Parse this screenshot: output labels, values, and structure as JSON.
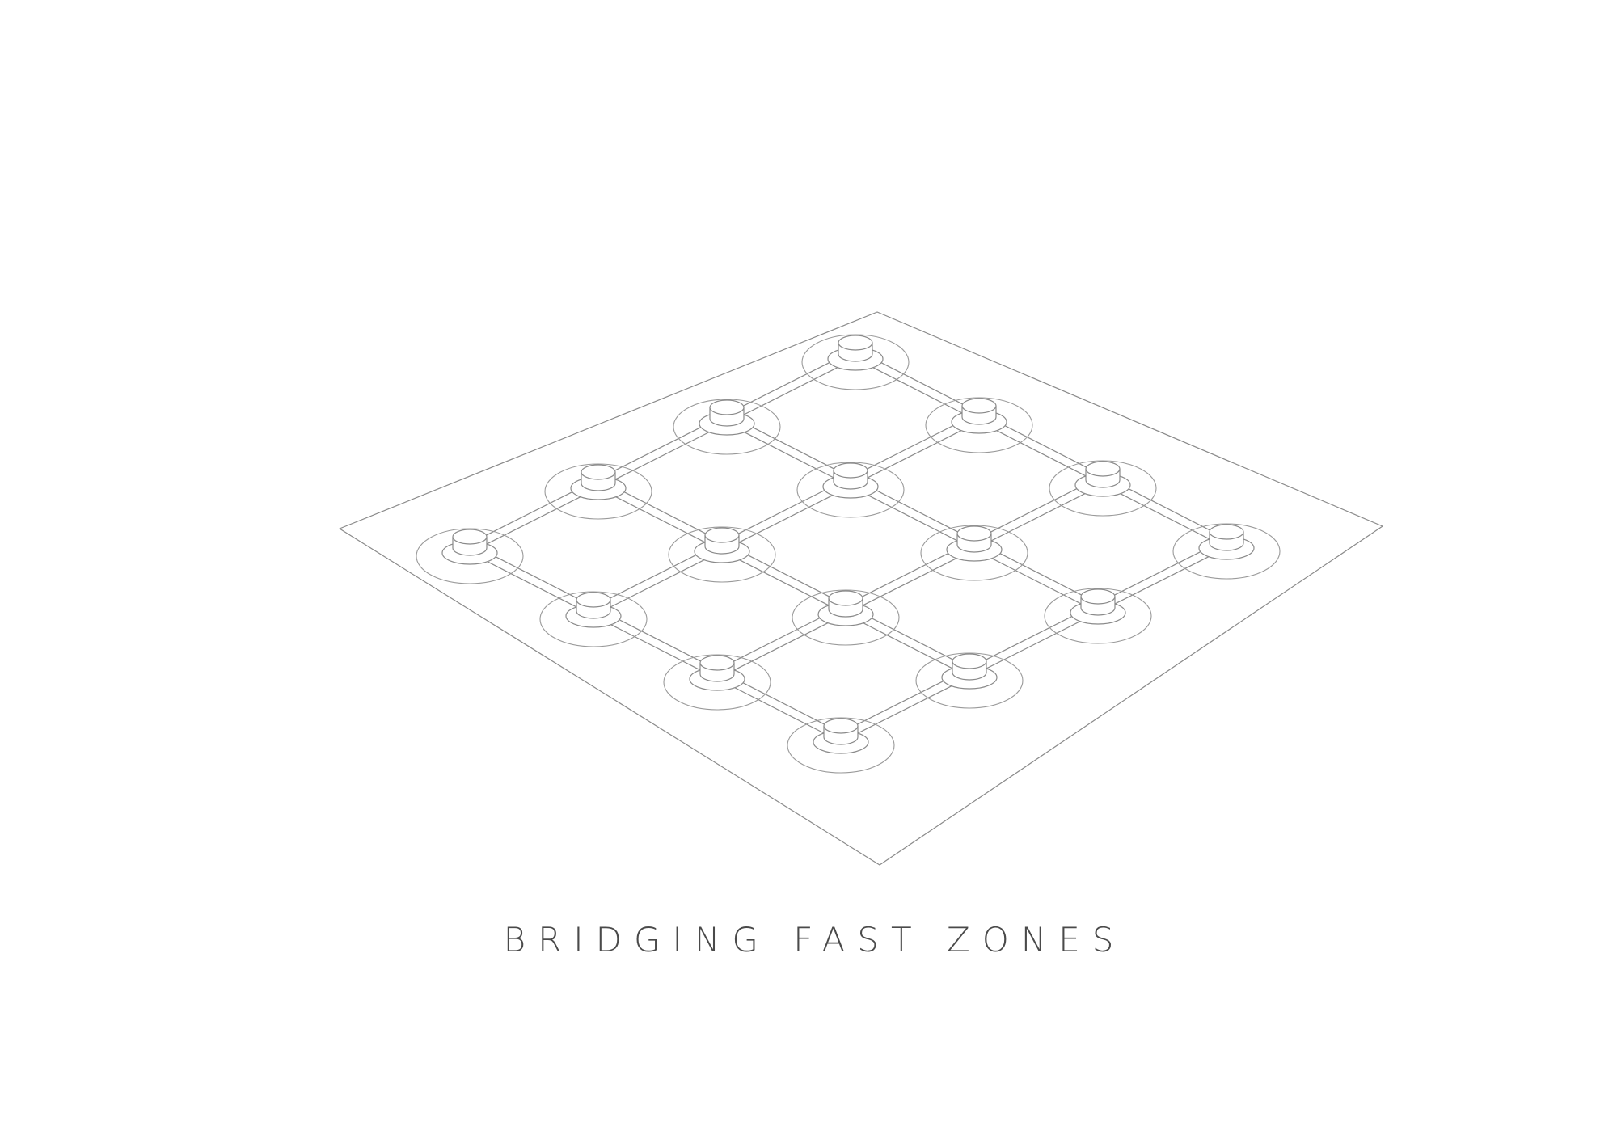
{
  "caption": "BRIDGING FAST ZONES",
  "colors": {
    "background": "#ffffff",
    "line": "#8a8a8a",
    "caption": "#4a4a4a"
  },
  "diagram": {
    "grid_rows": 5,
    "grid_cols": 5,
    "nodes": [
      {
        "name": "node-top",
        "row": 0,
        "col": 0
      },
      {
        "name": "node-1",
        "row": 0,
        "col": 1
      },
      {
        "name": "node-2",
        "row": 1,
        "col": 0
      },
      {
        "name": "node-3",
        "row": 0,
        "col": 2
      },
      {
        "name": "node-4",
        "row": 1,
        "col": 1
      },
      {
        "name": "node-5",
        "row": 2,
        "col": 0
      },
      {
        "name": "node-left",
        "row": 0,
        "col": 3
      },
      {
        "name": "node-6",
        "row": 1,
        "col": 2
      },
      {
        "name": "node-7",
        "row": 2,
        "col": 1
      },
      {
        "name": "node-right",
        "row": 3,
        "col": 0
      },
      {
        "name": "node-8",
        "row": 1,
        "col": 3
      },
      {
        "name": "node-9",
        "row": 2,
        "col": 2
      },
      {
        "name": "node-10",
        "row": 3,
        "col": 1
      },
      {
        "name": "node-11",
        "row": 2,
        "col": 3
      },
      {
        "name": "node-12",
        "row": 3,
        "col": 2
      },
      {
        "name": "node-bottom",
        "row": 3,
        "col": 3
      }
    ]
  }
}
